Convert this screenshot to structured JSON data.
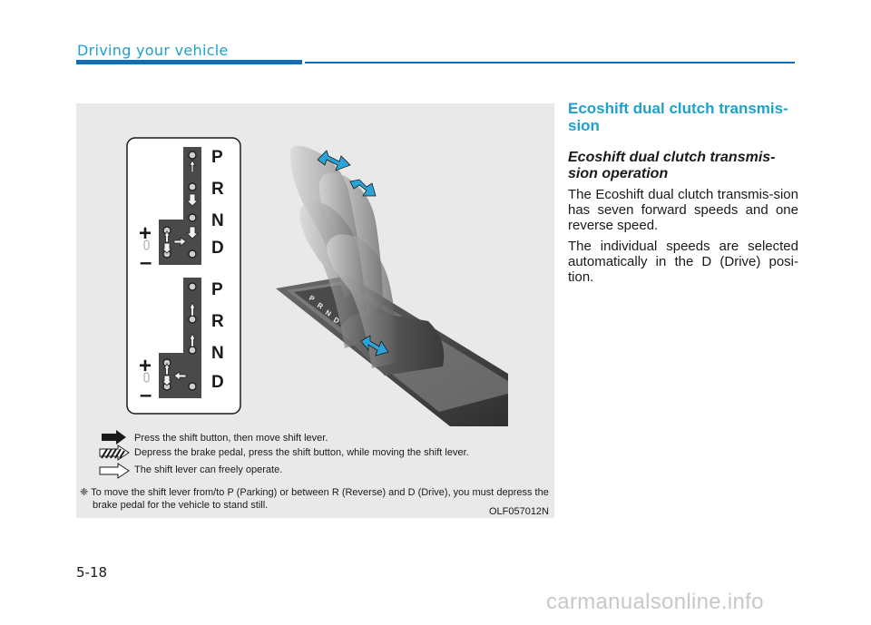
{
  "header": {
    "section_title": "Driving your vehicle"
  },
  "figure": {
    "gate_upper_letters": [
      "P",
      "R",
      "N",
      "D"
    ],
    "gate_lower_letters": [
      "P",
      "R",
      "N",
      "D"
    ],
    "plus_symbol": "+",
    "minus_symbol": "–",
    "legend": [
      {
        "icon": "solid-arrow-icon",
        "text": "Press the shift button, then move shift lever."
      },
      {
        "icon": "hatched-arrow-icon",
        "text": "Depress the brake pedal, press the shift button, while moving the shift lever."
      },
      {
        "icon": "outline-arrow-icon",
        "text": "The shift lever can freely operate."
      }
    ],
    "note": "❈ To move the shift lever from/to P (Parking) or between R (Reverse) and D (Drive), you must depress the brake pedal for the vehicle to stand still.",
    "code": "OLF057012N",
    "console_letters": [
      "P",
      "R",
      "N",
      "D"
    ]
  },
  "content": {
    "heading": "Ecoshift dual clutch transmis-sion",
    "subheading": "Ecoshift dual clutch transmis-sion operation",
    "paragraphs": [
      "The Ecoshift dual clutch transmis-sion has seven forward speeds and one reverse speed.",
      "The individual speeds are selected automatically in the D (Drive) posi-tion."
    ]
  },
  "footer": {
    "page_number": "5-18"
  },
  "watermark": "carmanualsonline.info",
  "colors": {
    "accent": "#1fa0cf",
    "rule": "#0f6eb5",
    "arrow_blue": "#2aa3d8",
    "figure_bg": "#e9e9e9"
  }
}
